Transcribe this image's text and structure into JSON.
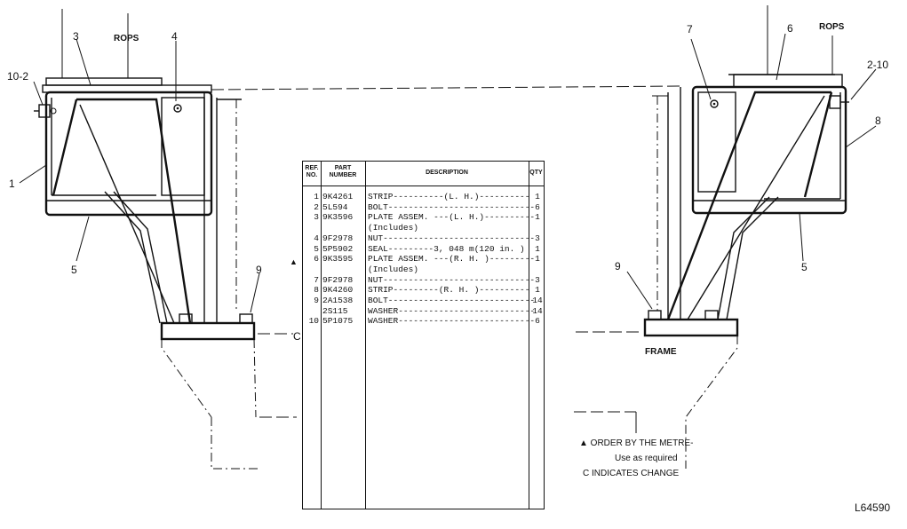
{
  "labels": {
    "rops_left": "ROPS",
    "rops_right": "ROPS",
    "frame": "FRAME",
    "change_mark": "C",
    "metre_mark": "▲",
    "drawing_no": "L64590",
    "callouts_left": [
      "10-2",
      "3",
      "4",
      "1",
      "5",
      "9"
    ],
    "callouts_right": [
      "7",
      "6",
      "2-10",
      "8",
      "5",
      "9"
    ]
  },
  "table": {
    "headers": {
      "ref": "REF. NO.",
      "part": "PART NUMBER",
      "desc": "DESCRIPTION",
      "qty": "QTY"
    },
    "rows": [
      {
        "ref": "1",
        "part": "9K4261",
        "desc": "STRIP----------(L. H.)----------",
        "qty": "1"
      },
      {
        "ref": "2",
        "part": "5L594",
        "desc": "BOLT-----------------------------",
        "qty": "6"
      },
      {
        "ref": "3",
        "part": "9K3596",
        "desc": "PLATE ASSEM. ---(L. H.)----------",
        "qty": "1"
      },
      {
        "ref": "",
        "part": "",
        "desc": "(Includes)",
        "qty": ""
      },
      {
        "ref": "4",
        "part": "9F2978",
        "desc": "NUT------------------------------",
        "qty": "3"
      },
      {
        "ref": "5",
        "part": "5P5902",
        "desc": "SEAL---------3, 048 m(120 in. )",
        "qty": "1"
      },
      {
        "ref": "6",
        "part": "9K3595",
        "desc": "PLATE ASSEM. ---(R. H. )---------",
        "qty": "1"
      },
      {
        "ref": "",
        "part": "",
        "desc": "(Includes)",
        "qty": ""
      },
      {
        "ref": "7",
        "part": "9F2978",
        "desc": "NUT------------------------------",
        "qty": "3"
      },
      {
        "ref": "8",
        "part": "9K4260",
        "desc": "STRIP---------(R. H. )----------",
        "qty": "1"
      },
      {
        "ref": "9",
        "part": "2A1538",
        "desc": "BOLT-----------------------------",
        "qty": "14"
      },
      {
        "ref": "",
        "part": "2S115",
        "desc": "WASHER---------------------------",
        "qty": "14"
      },
      {
        "ref": "10",
        "part": "5P1075",
        "desc": "WASHER---------------------------",
        "qty": "6"
      }
    ]
  },
  "notes": {
    "line1": "▲ ORDER BY THE METRE-",
    "line2": "Use as required",
    "line3": "C INDICATES CHANGE"
  }
}
